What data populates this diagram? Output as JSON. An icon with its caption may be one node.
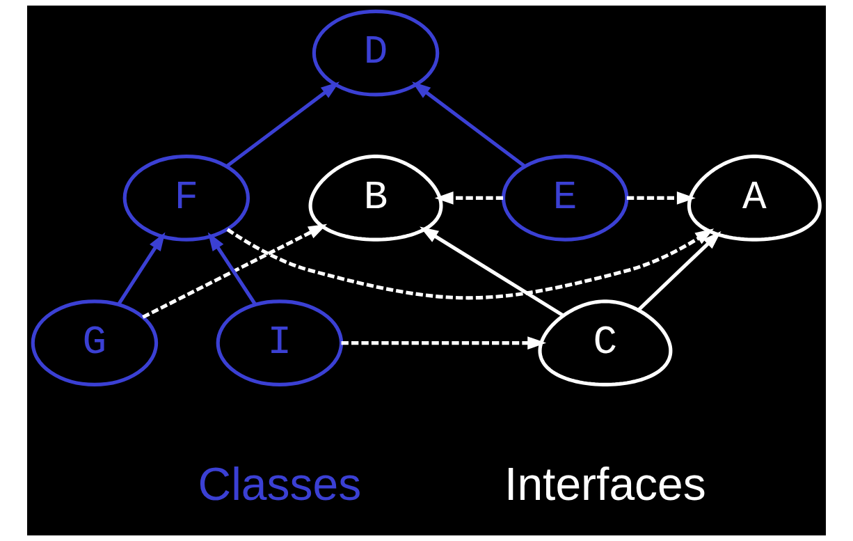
{
  "diagram": {
    "nodes": [
      {
        "text": [
          "A"
        ]
      },
      {
        "text": [
          "B"
        ]
      },
      {
        "text": [
          "C"
        ]
      },
      {
        "text": [
          "D"
        ]
      },
      {
        "text": [
          "E"
        ]
      },
      {
        "text": [
          "F"
        ]
      },
      {
        "text": [
          "G"
        ]
      },
      {
        "text": [
          "I"
        ]
      }
    ],
    "edges": [
      {
        "from": 2,
        "to": 0,
        "arrow": "to"
      },
      {
        "from": 2,
        "to": 1,
        "arrow": "to"
      },
      {
        "from": 4,
        "to": 0,
        "arrow": "to",
        "style": "dashed"
      },
      {
        "from": 5,
        "to": 0,
        "arrow": "to",
        "style": "dashed"
      },
      {
        "from": 4,
        "to": 1,
        "arrow": "to",
        "style": "dashed"
      },
      {
        "from": 6,
        "to": 1,
        "arrow": "to",
        "style": "dashed"
      },
      {
        "from": 7,
        "to": 2,
        "arrow": "to",
        "style": "dashed"
      },
      {
        "from": 4,
        "to": 3,
        "arrow": "to",
        "color": "#3b40d4"
      },
      {
        "from": 5,
        "to": 3,
        "arrow": "to",
        "color": "#3b40d4"
      },
      {
        "from": 6,
        "to": 5,
        "arrow": "to",
        "color": "#3b40d4"
      },
      {
        "from": 7,
        "to": 5,
        "arrow": "to",
        "color": "#3b40d4"
      }
    ],
    "labels": [
      "Interfaces",
      "Classes"
    ]
  }
}
